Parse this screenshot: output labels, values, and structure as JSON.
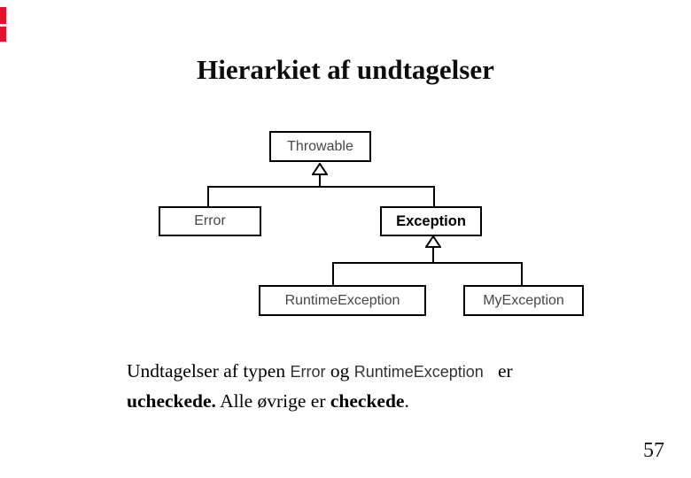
{
  "slide": {
    "title": "Hierarkiet af undtagelser",
    "page_number": "57",
    "accent_color": "#e8112d",
    "background_color": "#ffffff"
  },
  "diagram": {
    "type": "class-hierarchy",
    "nodes": [
      {
        "id": "throwable",
        "label": "Throwable",
        "bold": false
      },
      {
        "id": "error",
        "label": "Error",
        "bold": false
      },
      {
        "id": "exception",
        "label": "Exception",
        "bold": true
      },
      {
        "id": "runtime_exception",
        "label": "RuntimeException",
        "bold": false
      },
      {
        "id": "my_exception",
        "label": "MyException",
        "bold": false
      }
    ],
    "edges": [
      {
        "from": "Error",
        "to": "Throwable",
        "type": "generalization"
      },
      {
        "from": "Exception",
        "to": "Throwable",
        "type": "generalization"
      },
      {
        "from": "RuntimeException",
        "to": "Exception",
        "type": "generalization"
      },
      {
        "from": "MyException",
        "to": "Exception",
        "type": "generalization"
      }
    ]
  },
  "note": {
    "line1": [
      {
        "text": "Undtagelser af typen ",
        "style": "serif"
      },
      {
        "text": "Error",
        "style": "sans"
      },
      {
        "text": " og ",
        "style": "serif"
      },
      {
        "text": "RuntimeException",
        "style": "sans"
      },
      {
        "text": "   er",
        "style": "serif"
      }
    ],
    "line2": [
      {
        "text": "ucheckede.",
        "style": "serif-bold"
      },
      {
        "text": " Alle øvrige er ",
        "style": "serif"
      },
      {
        "text": "checkede",
        "style": "serif-bold"
      },
      {
        "text": ".",
        "style": "serif"
      }
    ]
  }
}
